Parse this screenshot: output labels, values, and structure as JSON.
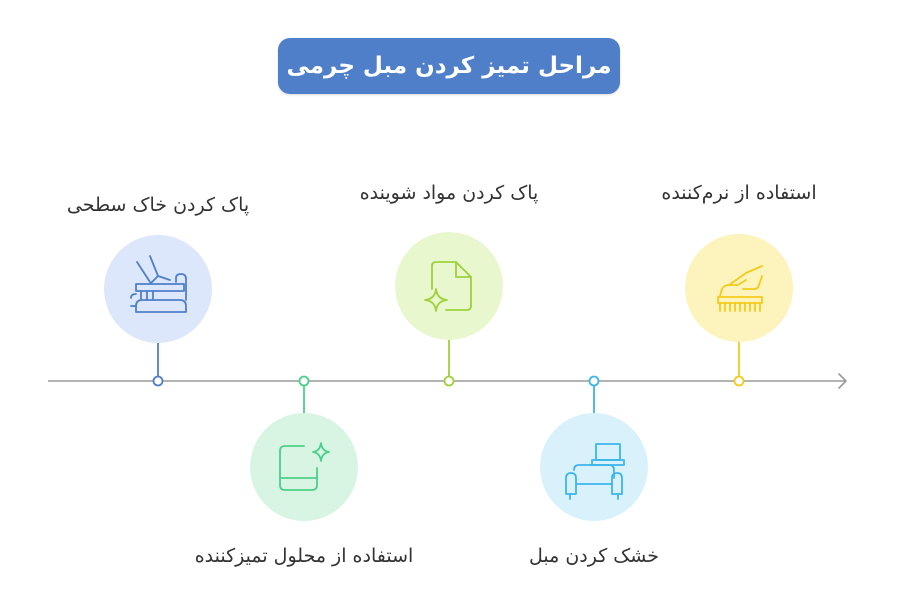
{
  "title": "مراحل تمیز کردن مبل چرمی",
  "steps": [
    {
      "label": "پاک کردن خاک سطحی",
      "position": "above",
      "icon": "brush-dusting-sofa-icon",
      "circle_color": "#dde7fb",
      "line_color": "#4f7fc9"
    },
    {
      "label": "استفاده از محلول تمیزکننده",
      "position": "below",
      "icon": "cleaning-solution-sparkle-icon",
      "circle_color": "#d8f5e3",
      "line_color": "#4ccf8a"
    },
    {
      "label": "پاک کردن مواد شوینده",
      "position": "above",
      "icon": "document-sparkle-icon",
      "circle_color": "#e9f7cf",
      "line_color": "#9ed13b"
    },
    {
      "label": "خشک کردن مبل",
      "position": "below",
      "icon": "sofa-drying-icon",
      "circle_color": "#d9f1fb",
      "line_color": "#3db5ec"
    },
    {
      "label": "استفاده از نرم‌کننده",
      "position": "above",
      "icon": "hand-comb-conditioner-icon",
      "circle_color": "#fdf3bd",
      "line_color": "#f2cb1d"
    }
  ],
  "timeline_color": "#9a9a9a"
}
